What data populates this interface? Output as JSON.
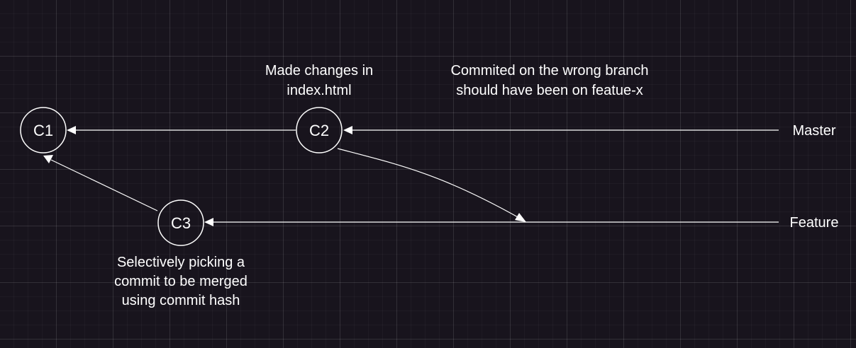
{
  "nodes": {
    "c1": "C1",
    "c2": "C2",
    "c3": "C3"
  },
  "branches": {
    "master": "Master",
    "feature": "Feature"
  },
  "annotations": {
    "c2_note": [
      "Made changes in",
      "index.html"
    ],
    "wrong_branch_note": [
      "Commited on the wrong branch",
      "should have been on featue-x"
    ],
    "c3_note": [
      "Selectively picking a",
      "commit to be merged",
      "using commit hash"
    ]
  },
  "colors": {
    "background": "#18141d",
    "foreground": "#ffffff"
  }
}
